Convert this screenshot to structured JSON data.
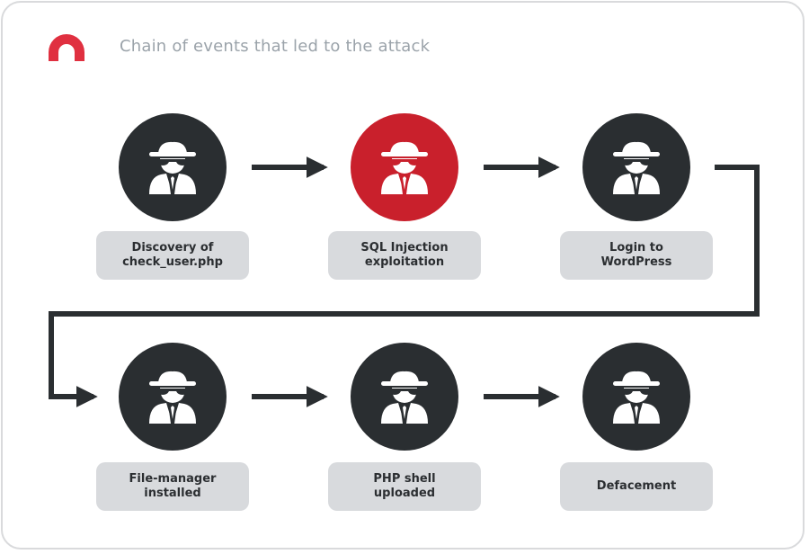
{
  "header": {
    "title": "Chain of events that led to the attack"
  },
  "colors": {
    "node_default": "#2a2e31",
    "node_highlight": "#c9202c",
    "label_bg": "#d8dadd",
    "connector": "#2a2e31",
    "brand": "#e03040"
  },
  "nodes": [
    {
      "label": "Discovery of\ncheck_user.php",
      "icon": "spy-icon",
      "highlighted": false
    },
    {
      "label": "SQL Injection\nexploitation",
      "icon": "spy-icon",
      "highlighted": true
    },
    {
      "label": "Login to\nWordPress",
      "icon": "spy-icon",
      "highlighted": false
    },
    {
      "label": "File-manager\ninstalled",
      "icon": "spy-icon",
      "highlighted": false
    },
    {
      "label": "PHP shell\nuploaded",
      "icon": "spy-icon",
      "highlighted": false
    },
    {
      "label": "Defacement",
      "icon": "spy-icon",
      "highlighted": false
    }
  ]
}
